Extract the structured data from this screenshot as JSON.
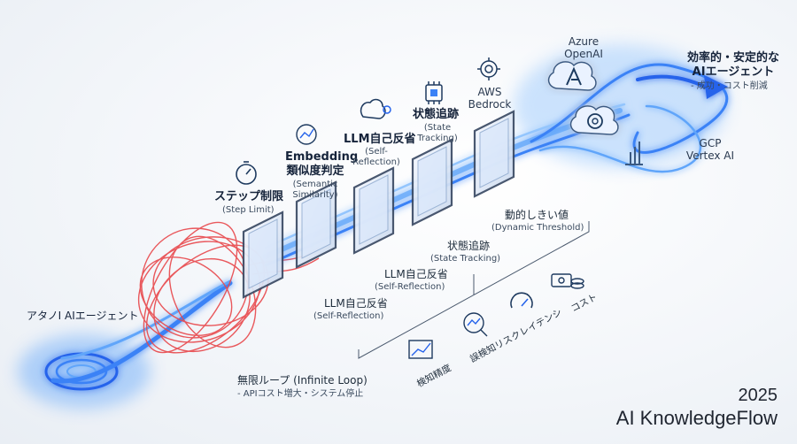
{
  "diagram": {
    "start": {
      "label": "アタノI AIエージェント"
    },
    "loop": {
      "title": "無限ループ (Infinite Loop)",
      "note": "- APIコスト増大・システム停止"
    },
    "gates": [
      {
        "title": "ステップ制限",
        "sub": "(Step Limit)"
      },
      {
        "title": "Embedding",
        "title2": "類似度判定",
        "sub": "(Semantic",
        "sub2": "Similarity)"
      },
      {
        "title": "LLM自己反省",
        "sub": "(Self-",
        "sub2": "Reflection)"
      },
      {
        "title": "状態追跡",
        "sub": "(State",
        "sub2": "Tracking)"
      },
      {
        "title": "AWS",
        "title2": "Bedrock"
      }
    ],
    "lower_labels": [
      {
        "title": "LLM自己反省",
        "sub": "(Self-Reflection)"
      },
      {
        "title": "LLM自己反省",
        "sub": "(Self-Reflection)"
      },
      {
        "title": "状態追跡",
        "sub": "(State Tracking)"
      },
      {
        "title": "動的しきい値",
        "sub": "(Dynamic Threshold)"
      }
    ],
    "metrics": [
      "検知精度",
      "誤検知リスク",
      "レイテンシ",
      "コスト"
    ],
    "clouds": [
      {
        "name": "Azure",
        "name2": "OpenAI"
      },
      {
        "name": "GCP",
        "name2": "Vertex AI"
      }
    ],
    "goal": {
      "title": "効率的・安定的な",
      "title2": "AIエージェント",
      "note": "- 成功・コスト削減"
    }
  },
  "footer": {
    "year": "2025",
    "brand": "AI KnowledgeFlow"
  },
  "colors": {
    "loop_red": "#e8474b",
    "flow_blue": "#3b82f6",
    "glow_blue": "#7fb6ff",
    "gate_edge": "#3a4a64"
  },
  "icons": [
    "stopwatch-icon",
    "vector-similarity-icon",
    "brain-gear-icon",
    "chip-icon",
    "aws-gear-icon",
    "azure-cloud-icon",
    "openai-cloud-icon",
    "gcp-chart-icon"
  ]
}
